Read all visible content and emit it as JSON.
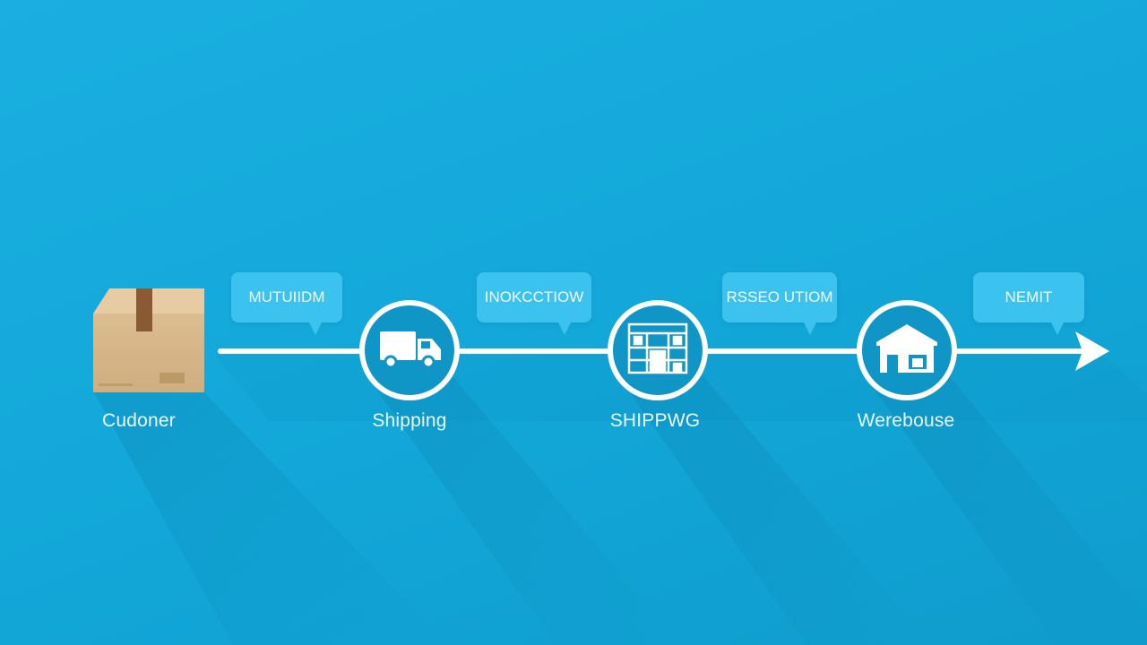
{
  "flow": {
    "steps": [
      {
        "label": "Cudoner",
        "icon": "package-box-icon"
      },
      {
        "label": "Shipping",
        "icon": "delivery-truck-icon"
      },
      {
        "label": "SHIPPWG",
        "icon": "shipping-store-icon"
      },
      {
        "label": "Werebouse",
        "icon": "warehouse-icon"
      }
    ],
    "bubbles": [
      {
        "text": "MUTUIIDM"
      },
      {
        "text": "INOKCCTIOW"
      },
      {
        "text": "RSSEO UTIOM"
      },
      {
        "text": "NEMIT"
      }
    ],
    "arrow_direction": "right"
  },
  "colors": {
    "background": "#14aadb",
    "node_fill": "#0f95c6",
    "line": "#ffffff",
    "bubble": "#3cc2ee",
    "box": "#d7b689"
  }
}
